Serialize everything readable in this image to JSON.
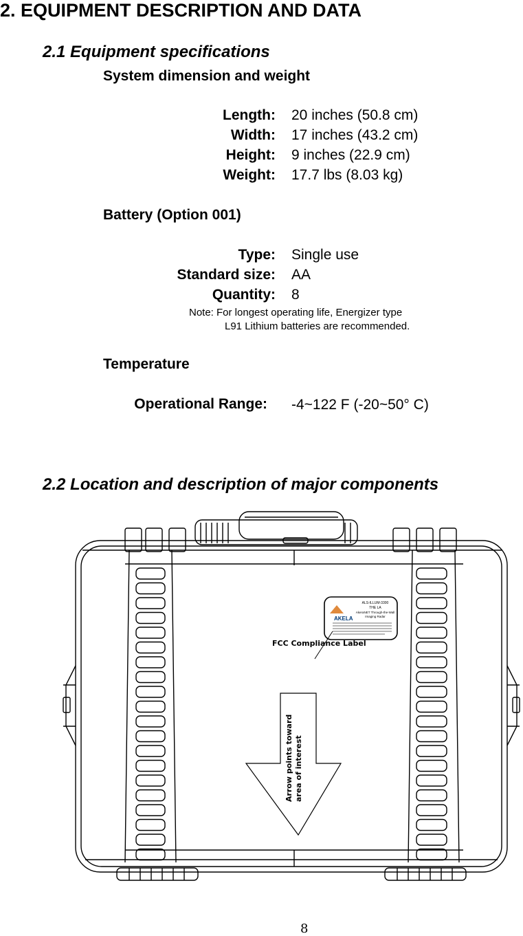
{
  "section_title": "2. EQUIPMENT DESCRIPTION AND DATA",
  "sub1": {
    "title": "2.1 Equipment specifications",
    "dimension_heading": "System dimension and weight",
    "dimensions": [
      {
        "label": "Length:",
        "value": "20 inches (50.8 cm)"
      },
      {
        "label": "Width:",
        "value": "17 inches (43.2 cm)"
      },
      {
        "label": "Height:",
        "value": "9 inches (22.9 cm)"
      },
      {
        "label": "Weight:",
        "value": "17.7 lbs (8.03 kg)"
      }
    ],
    "battery_heading": "Battery  (Option 001)",
    "battery": [
      {
        "label": "Type:",
        "value": "Single use"
      },
      {
        "label": "Standard size:",
        "value": "AA"
      },
      {
        "label": "Quantity:",
        "value": "8"
      }
    ],
    "battery_note_line1": "Note: For longest operating life, Energizer type",
    "battery_note_line2": "L91 Lithium batteries are recommended.",
    "temperature_heading": "Temperature",
    "temperature_label": "Operational Range:",
    "temperature_value": "-4~122 F (-20~50° C)"
  },
  "sub2": {
    "title": "2.2 Location and description of major components"
  },
  "figure": {
    "label_callout": "FCC Compliance Label",
    "arrow_text_line1": "Arrow points toward",
    "arrow_text_line2": "area of interest",
    "device_label_line1": "ALS-ILLUM-3300",
    "device_label_line2": "THE LA",
    "device_label_line3": "AkeraNET Through-the-Wall",
    "device_label_line4": "Imaging Radar",
    "logo_text": "AKELA"
  },
  "page_number": "8"
}
